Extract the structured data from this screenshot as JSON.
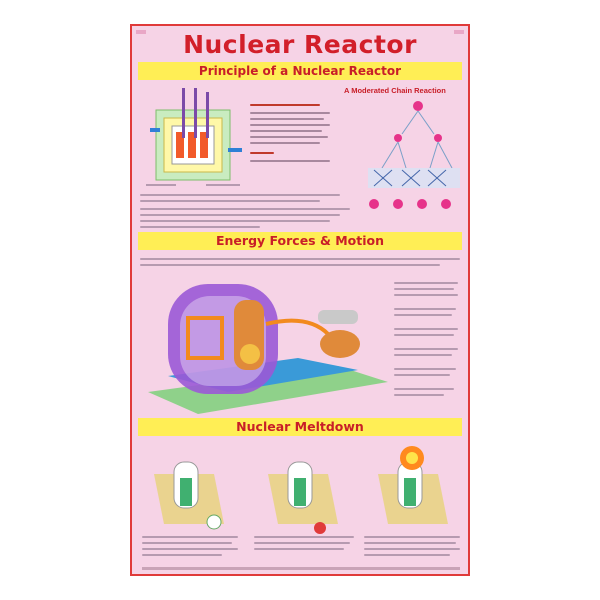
{
  "poster": {
    "title": "Nuclear Reactor",
    "sections": [
      {
        "heading": "Principle of a Nuclear Reactor"
      },
      {
        "heading": "Energy Forces & Motion"
      },
      {
        "heading": "Nuclear Meltdown"
      }
    ],
    "chain_reaction_caption": "A Moderated Chain Reaction"
  },
  "colors": {
    "title_red": "#d21f2a",
    "band_yellow": "#ffee55",
    "poster_pink": "#f6d3e6",
    "border_red": "#e03a3a"
  }
}
